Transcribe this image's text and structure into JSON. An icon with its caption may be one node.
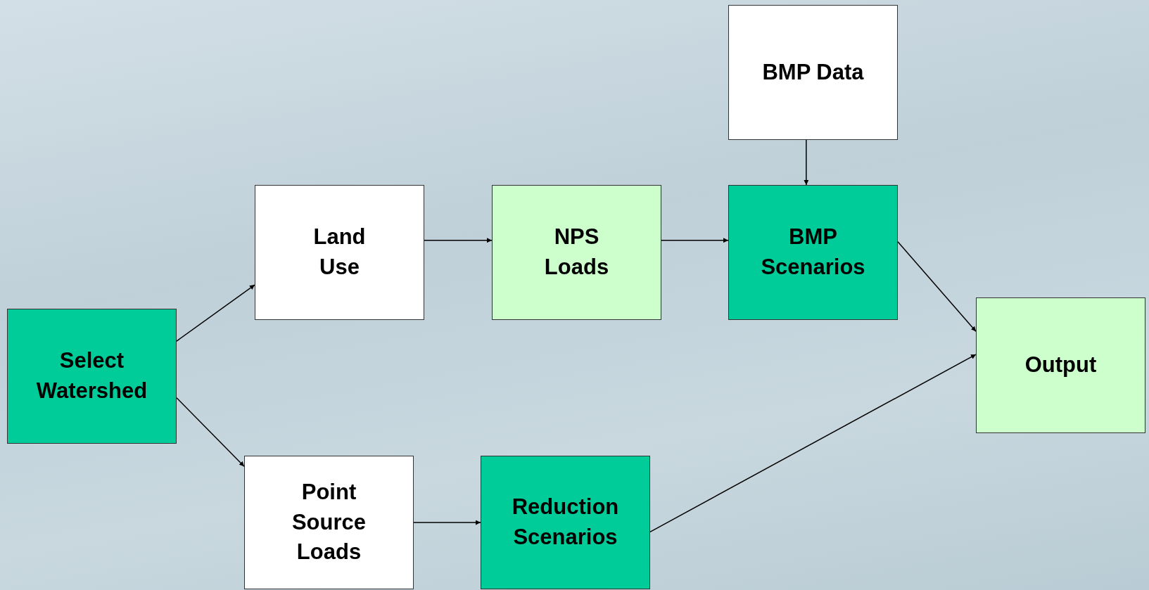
{
  "diagram": {
    "nodes": [
      {
        "text": [
          "Select Watershed"
        ]
      },
      {
        "text": [
          "Land Use"
        ]
      },
      {
        "text": [
          "NPS Loads"
        ]
      },
      {
        "text": [
          "BMP Data"
        ]
      },
      {
        "text": [
          "BMP Scenarios"
        ]
      },
      {
        "text": [
          "Output"
        ]
      },
      {
        "text": [
          "Point Source Loads"
        ]
      },
      {
        "text": [
          "Reduction Scenarios"
        ]
      }
    ],
    "edges": [
      {
        "from": 0,
        "to": 1,
        "arrow": "to"
      },
      {
        "from": 0,
        "to": 6,
        "arrow": "to"
      },
      {
        "from": 1,
        "to": 2,
        "arrow": "to"
      },
      {
        "from": 2,
        "to": 4,
        "arrow": "to"
      },
      {
        "from": 3,
        "to": 4,
        "arrow": "to"
      },
      {
        "from": 4,
        "to": 5,
        "arrow": "to"
      },
      {
        "from": 6,
        "to": 7,
        "arrow": "to"
      },
      {
        "from": 7,
        "to": 5,
        "arrow": "to"
      }
    ]
  }
}
